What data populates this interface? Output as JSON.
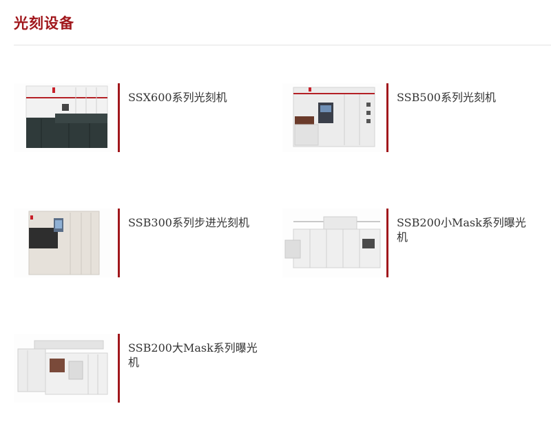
{
  "page": {
    "title": "光刻设备"
  },
  "products": [
    {
      "name": "SSX600系列光刻机",
      "image_icon": "lithography-machine-ssx600"
    },
    {
      "name": "SSB500系列光刻机",
      "image_icon": "lithography-machine-ssb500"
    },
    {
      "name": "SSB300系列步进光刻机",
      "image_icon": "lithography-machine-ssb300"
    },
    {
      "name": "SSB200小Mask系列曝光机",
      "image_icon": "exposure-machine-ssb200-small-mask"
    },
    {
      "name": "SSB200大Mask系列曝光机",
      "image_icon": "exposure-machine-ssb200-large-mask"
    }
  ],
  "colors": {
    "accent": "#a0161b",
    "text": "#333333",
    "rule": "#e3e3e3"
  }
}
